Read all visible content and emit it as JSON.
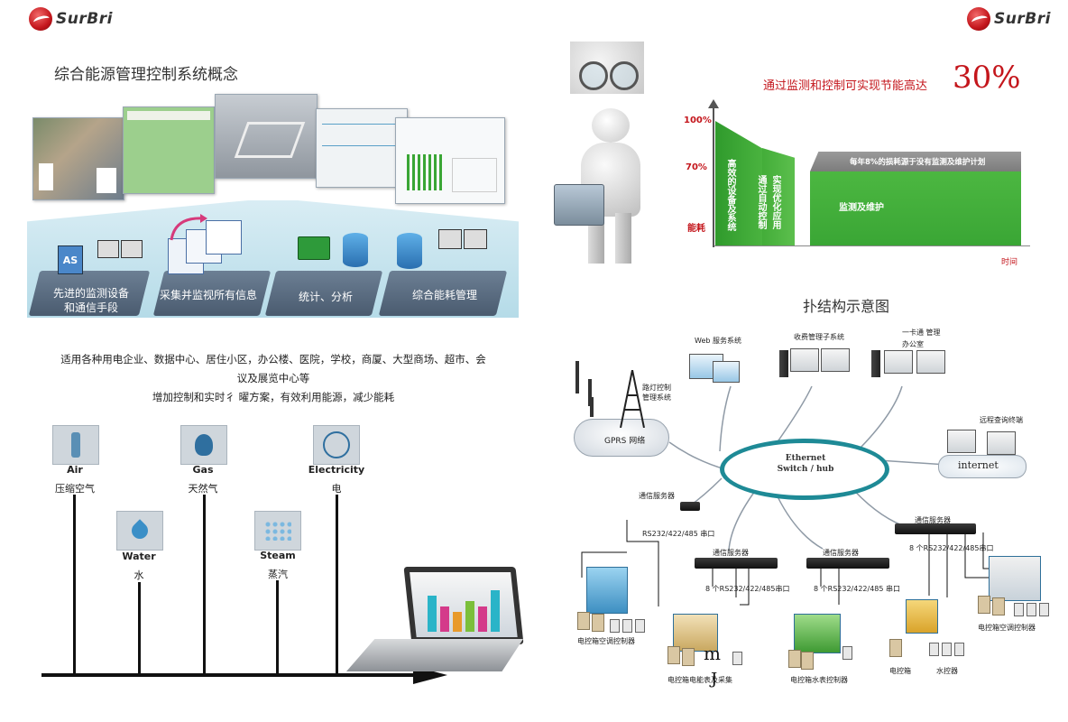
{
  "brand": {
    "name": "SurBri",
    "color": "#c4161c"
  },
  "left": {
    "title": "综合能源管理控制系统概念",
    "pads": [
      {
        "label_line1": "先进的监测设备",
        "label_line2": "和通信手段"
      },
      {
        "label_line1": "采集并监视所有信息",
        "label_line2": ""
      },
      {
        "label_line1": "统计、分析",
        "label_line2": ""
      },
      {
        "label_line1": "综合能耗管理",
        "label_line2": ""
      }
    ],
    "as_icon_label": "AS",
    "applicability_line1": "适用各种用电企业、数据中心、居住小区，办公楼、医院，学校，商厦、大型商场、超市、会",
    "applicability_line2": "议及展览中心等",
    "benefit_line": "增加控制和实时彳 曜方案，有效利用能源，减少能耗",
    "utilities": [
      {
        "en": "Air",
        "cn": "压缩空气",
        "icon": "bottle-icon"
      },
      {
        "en": "Water",
        "cn": "水",
        "icon": "water-drop-icon"
      },
      {
        "en": "Gas",
        "cn": "天然气",
        "icon": "flame-icon"
      },
      {
        "en": "Steam",
        "cn": "蒸汽",
        "icon": "steam-icon"
      },
      {
        "en": "Electricity",
        "cn": "电",
        "icon": "electricity-icon"
      }
    ]
  },
  "right": {
    "saving_text": "通过监测和控制可实现节能高达",
    "saving_value": "30%",
    "chart": {
      "y_labels": [
        "100%",
        "70%",
        "能耗"
      ],
      "x_label": "时间",
      "vertical_text_1": "高效的设备及系统",
      "vertical_text_2a": "通过自动控制",
      "vertical_text_2b": "实现优化应用",
      "right_top_text": "每年8%的损耗源于没有监测及维护计划",
      "right_bottom_text": "监测及维护",
      "colors": {
        "green": "#3aa635",
        "gray": "#8a8a8a",
        "axis_label": "#c4161c"
      }
    },
    "topology": {
      "title": "扑结构示意图",
      "hub_line1": "Ethernet",
      "hub_line2": "Switch / hub",
      "nodes": {
        "web": "Web 服务系统",
        "billing": "收费管理子系统",
        "card_line1": "一卡通 管理",
        "card_line2": "办公室",
        "remote": "远程查询终端",
        "internet": "internet",
        "gprs": "GPRS 网络",
        "streetlight_line1": "路灯控制",
        "streetlight_line2": "管理系统",
        "comm_server_small": "通信服务器",
        "rs_port_left": "RS232/422/485 串口",
        "comm_server_1": "通信服务器",
        "comm_server_2": "通信服务器",
        "comm_server_3": "通信服务器",
        "port_1": "8 个RS232/422/485串口",
        "port_2": "8 个RS232/422/485 串口",
        "port_3": "8 个RS232/422/485串口"
      },
      "bottom_labels": {
        "b1": "电控箱空调控制器",
        "b2": "电控箱电能表及采集",
        "b3": "电控箱水表控制器",
        "b4": "电控箱",
        "b5": "水控器",
        "b6": "电控箱空调控制器"
      },
      "stray_text_1": "m",
      "stray_text_2": "J"
    }
  }
}
